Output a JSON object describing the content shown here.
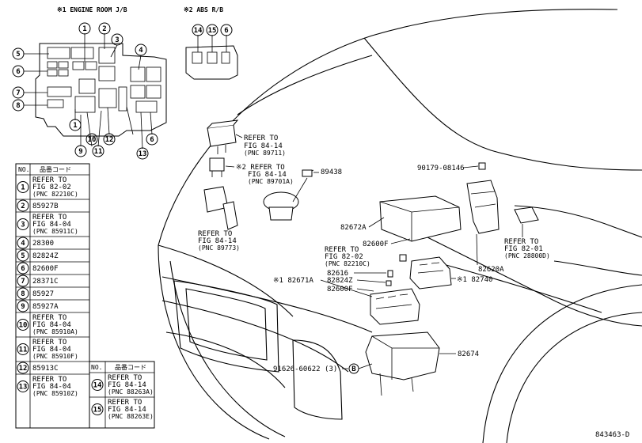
{
  "insets": {
    "engine_room_title": "※1 ENGINE ROOM J/B",
    "abs_title": "※2 ABS R/B",
    "engine_room_callouts": [
      "1",
      "2",
      "3",
      "4",
      "5",
      "6",
      "7",
      "8",
      "1",
      "9",
      "10",
      "11",
      "12",
      "13",
      "6"
    ],
    "abs_callouts": [
      "14",
      "15",
      "6"
    ]
  },
  "table": {
    "headers": {
      "no": "NO.",
      "code": "品番コード"
    },
    "rows": [
      {
        "no": "1",
        "lines": [
          "REFER TO",
          "FIG 82-02",
          "(PNC 82210C)"
        ]
      },
      {
        "no": "2",
        "lines": [
          "85927B"
        ]
      },
      {
        "no": "3",
        "lines": [
          "REFER TO",
          "FIG 84-04",
          "(PNC 85911C)"
        ]
      },
      {
        "no": "4",
        "lines": [
          "28300"
        ]
      },
      {
        "no": "5",
        "lines": [
          "82824Z"
        ]
      },
      {
        "no": "6",
        "lines": [
          "82600F"
        ]
      },
      {
        "no": "7",
        "lines": [
          "28371C"
        ]
      },
      {
        "no": "8",
        "lines": [
          "85927"
        ]
      },
      {
        "no": "9",
        "lines": [
          "85927A"
        ]
      },
      {
        "no": "10",
        "lines": [
          "REFER TO",
          "FIG 84-04",
          "(PNC 85910A)"
        ]
      },
      {
        "no": "11",
        "lines": [
          "REFER TO",
          "FIG 84-04",
          "(PNC 85910F)"
        ]
      },
      {
        "no": "12",
        "lines": [
          "85913C"
        ]
      },
      {
        "no": "13",
        "lines": [
          "REFER TO",
          "FIG 84-04",
          "(PNC 85910Z)"
        ]
      }
    ],
    "right_table": [
      {
        "no": "14",
        "lines": [
          "REFER TO",
          "FIG 84-14",
          "(PNC 88263A)"
        ]
      },
      {
        "no": "15",
        "lines": [
          "REFER TO",
          "FIG 84-14",
          "(PNC 88263E)"
        ]
      }
    ]
  },
  "labels": {
    "ref_89711": [
      "REFER TO",
      "FIG 84-14",
      "(PNC 89711)"
    ],
    "ref_89701a": [
      "※2 REFER TO",
      "FIG 84-14",
      "(PNC 89701A)"
    ],
    "part_89438": "89438",
    "ref_89773": [
      "REFER TO",
      "FIG 84-14",
      "(PNC 89773)"
    ],
    "part_90179": "90179-08146",
    "part_82672a": "82672A",
    "part_82600f_top": "82600F",
    "part_82620a": "82620A",
    "ref_28800d": [
      "REFER TO",
      "FIG 82-01",
      "(PNC 28800D)"
    ],
    "ref_82210c": [
      "REFER TO",
      "FIG 82-02",
      "(PNC 82210C)"
    ],
    "part_82616": "82616",
    "part_82671a": "※1 82671A",
    "part_82824z": "82824Z",
    "part_82600f_bot": "82600F",
    "part_82740": "※1 82740",
    "part_82674": "82674",
    "part_91626": "91626-60622 (3)",
    "circle_b": "B",
    "diagram_id": "843463-D"
  }
}
